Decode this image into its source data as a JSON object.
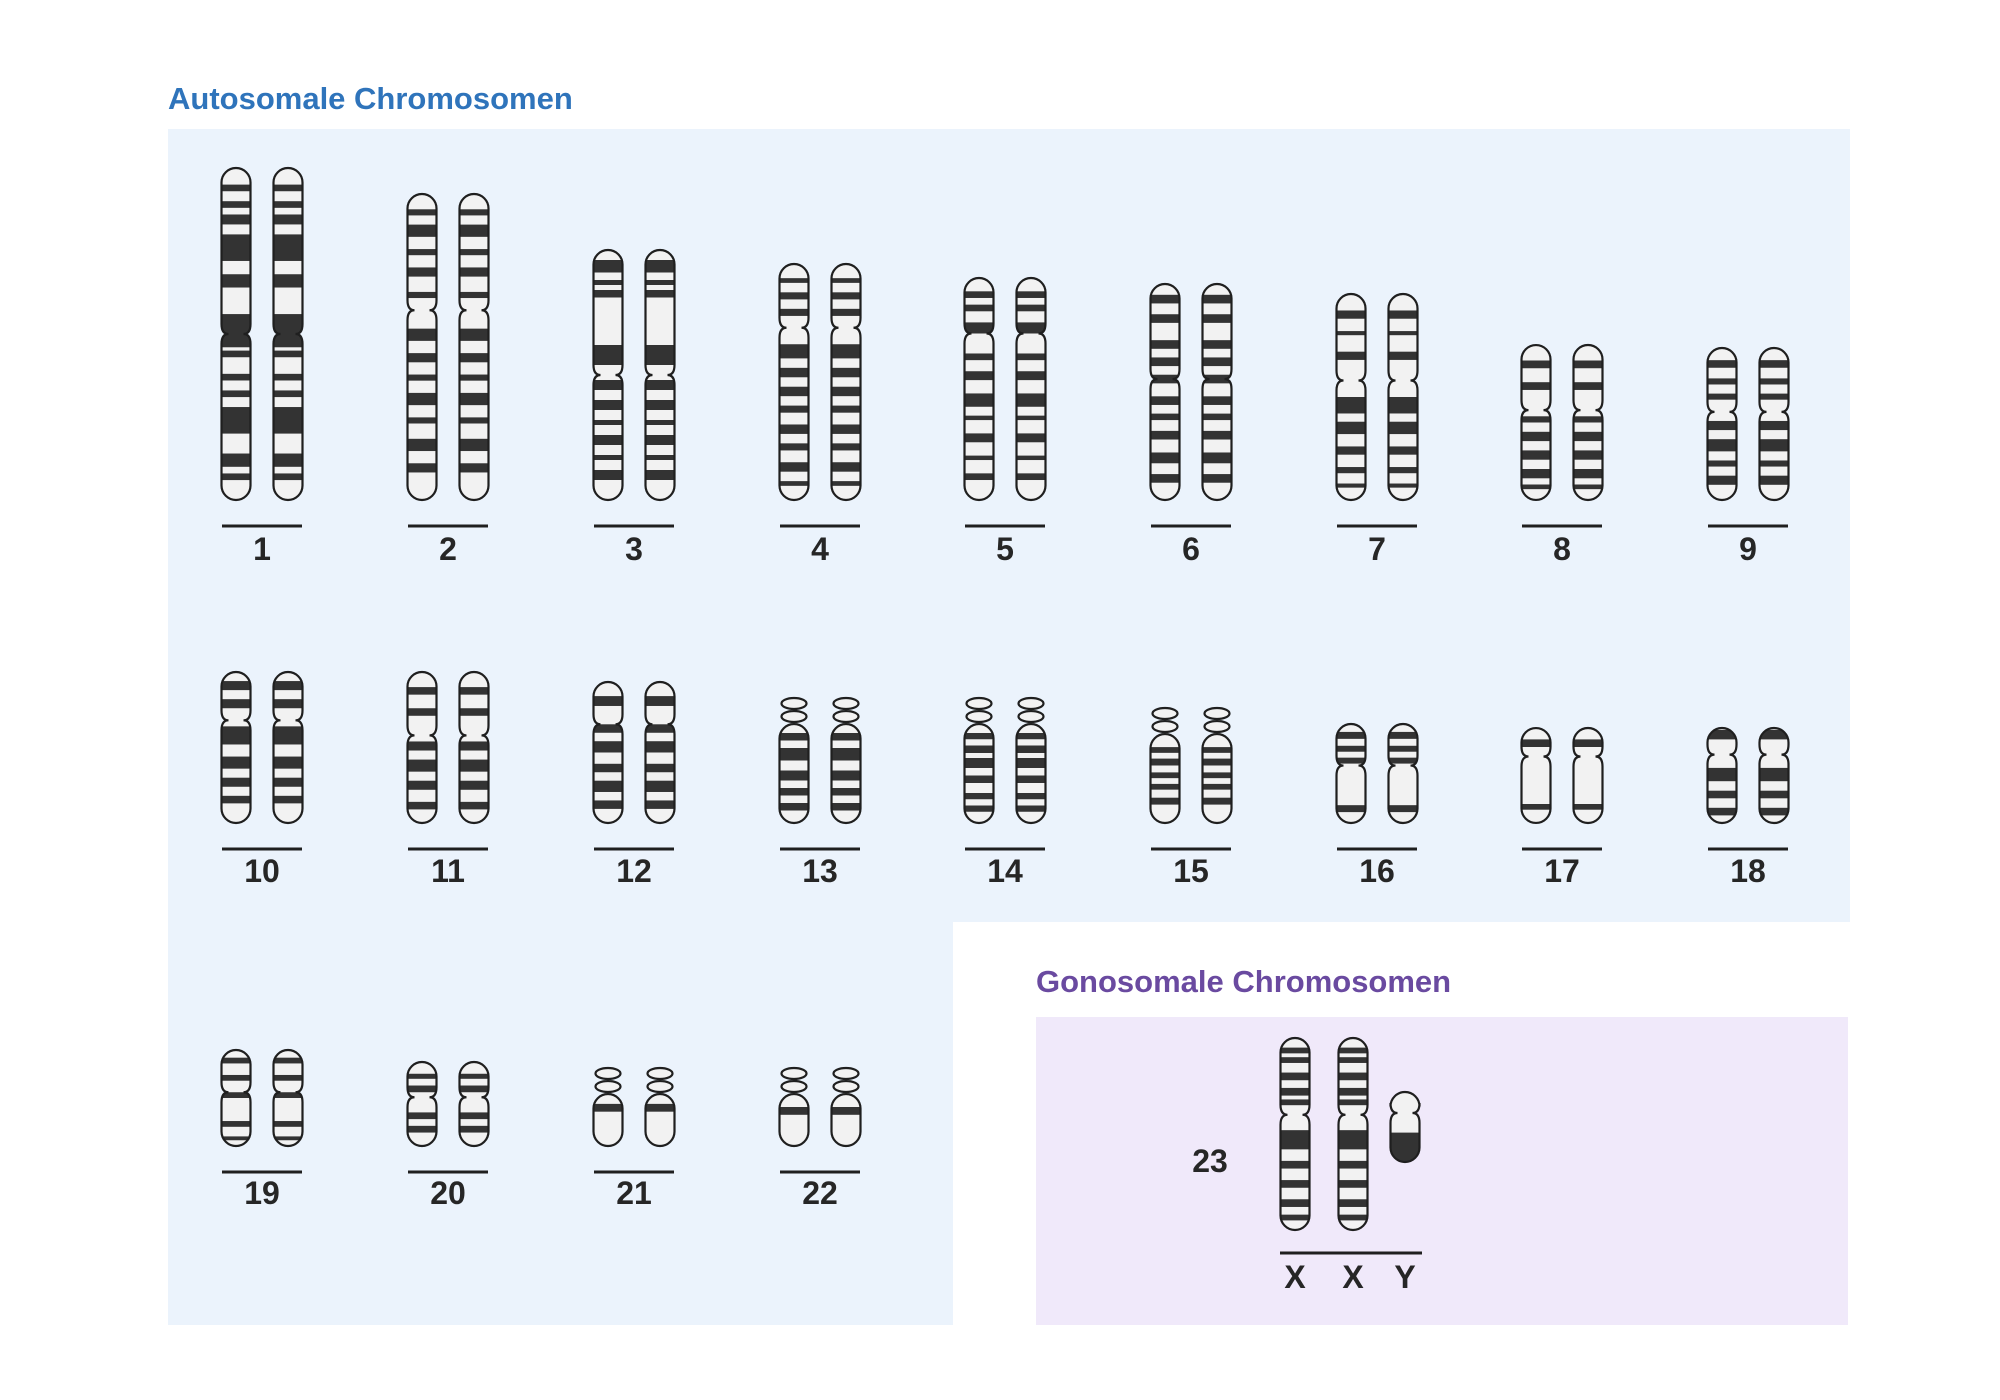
{
  "autosomal": {
    "title": "Autosomale Chromosomen",
    "rows": [
      [
        "1",
        "2",
        "3",
        "4",
        "5",
        "6",
        "7",
        "8",
        "9"
      ],
      [
        "10",
        "11",
        "12",
        "13",
        "14",
        "15",
        "16",
        "17",
        "18"
      ],
      [
        "19",
        "20",
        "21",
        "22"
      ]
    ]
  },
  "gonosomal": {
    "title": "Gonosomale Chromosomen",
    "number": "23",
    "letters": [
      "X",
      "X",
      "Y"
    ]
  },
  "colors": {
    "autosomal_panel": "#ebf3fc",
    "gonosomal_panel": "#f0e9fa",
    "autosomal_title": "#2f74bb",
    "gonosomal_title": "#6a4aa0",
    "band": "#333333",
    "chromosome": "#f2f2f2"
  }
}
